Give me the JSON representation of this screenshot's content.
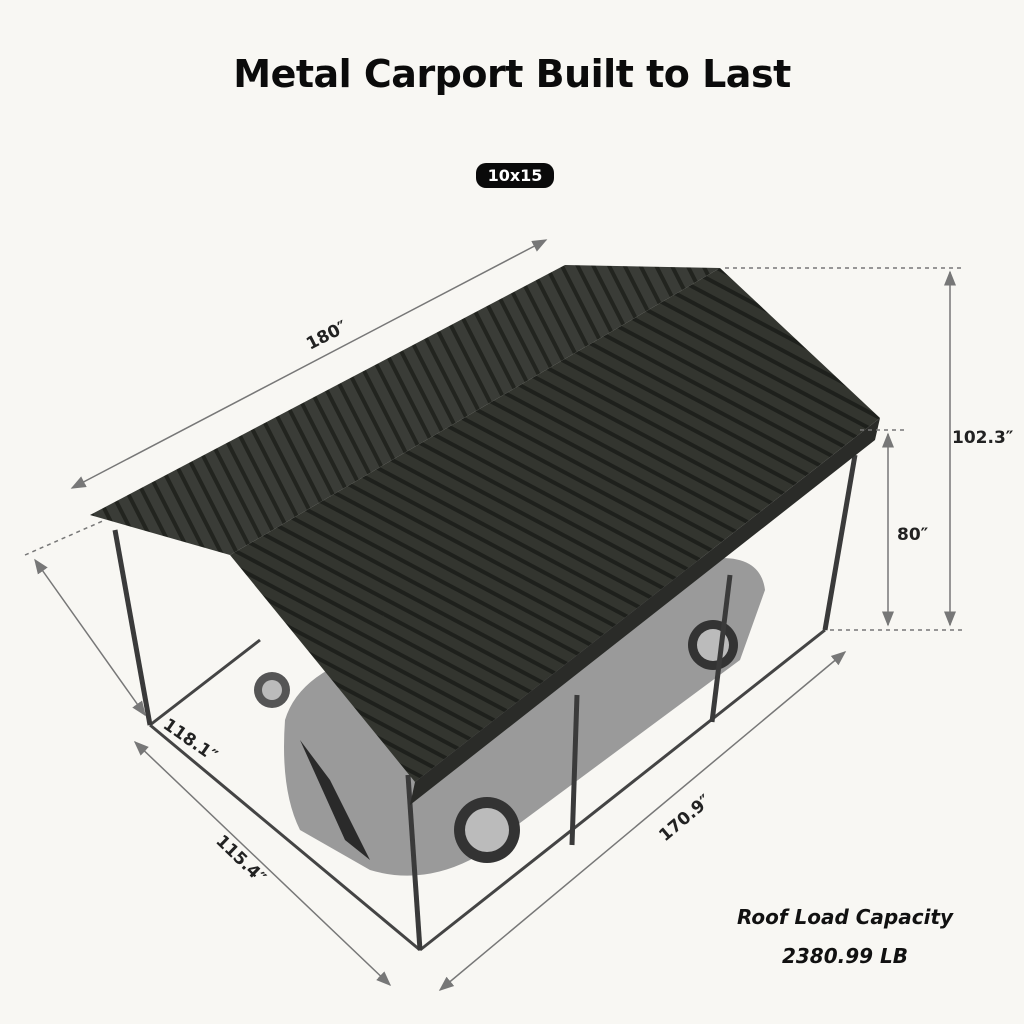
{
  "title": "Metal Carport Built to Last",
  "size_badge": "10x15",
  "dimensions": {
    "length_top": "180″",
    "total_height": "102.3″",
    "eave_height": "80″",
    "roof_width": "118.1″",
    "base_width": "115.4″",
    "base_length": "170.9″"
  },
  "roof_load": {
    "label": "Roof Load Capacity",
    "value": "2380.99 LB"
  },
  "colors": {
    "roof": "#2e302d",
    "frame": "#3a3a3a",
    "background": "#f8f7f3",
    "dimension_line": "#666666"
  }
}
